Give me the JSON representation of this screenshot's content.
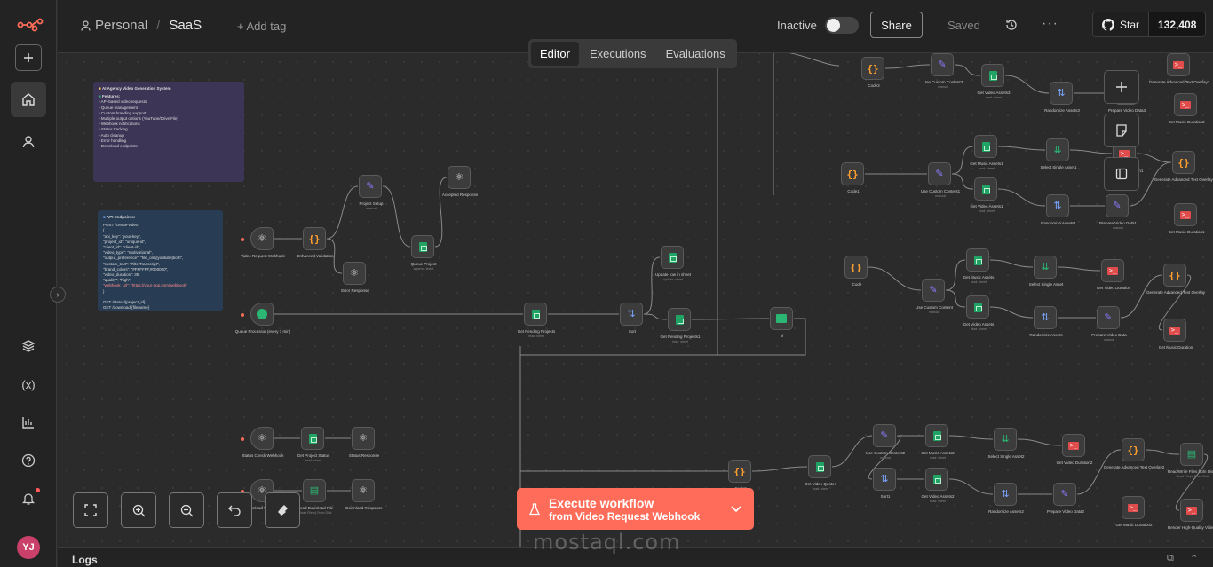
{
  "header": {
    "owner": "Personal",
    "project": "SaaS",
    "add_tag": "+ Add tag",
    "status_label": "Inactive",
    "share_label": "Share",
    "saved_label": "Saved",
    "github_star_label": "Star",
    "github_star_count": "132,408"
  },
  "tabs": [
    {
      "label": "Editor"
    },
    {
      "label": "Executions"
    },
    {
      "label": "Evaluations"
    }
  ],
  "sidebar": {
    "avatar_initials": "YJ",
    "icons": [
      "add-icon",
      "home-icon",
      "user-icon",
      "templates-icon",
      "variables-icon",
      "insights-icon",
      "help-icon",
      "bell-icon"
    ]
  },
  "notes": {
    "purple_title": "AI Agency Video Generation System",
    "purple_features_title": "Features:",
    "purple_features": [
      "API-based video requests",
      "Queue management",
      "Custom branding support",
      "Multiple output options (YouTube/Drive/File)",
      "Webhook notifications",
      "Status tracking",
      "Auto cleanup",
      "Error handling",
      "Download endpoints"
    ],
    "blue_title": "API Endpoints:",
    "blue_lines": [
      "POST /create-video",
      "{",
      "\"api_key\": \"your-key\",",
      "\"project_id\": \"unique-id\",",
      "\"client_id\": \"client-id\",",
      "\"video_type\": \"motivational\",",
      "\"output_preference\": \"file_only|youtube|both\",",
      "\"custom_text\": \"Title|Transcript\",",
      "\"brand_colors\": \"#FFFFFF,#000000\",",
      "\"video_duration\": 35,",
      "\"quality\": \"high\",",
      "\"webhook_url\": \"https://your-app.com/webhook\"",
      "}",
      "",
      "GET /status/{project_id}",
      "GET /download/{filename}"
    ]
  },
  "nodes": [
    {
      "id": "video-request-webhook",
      "label": "Video Request Webhook",
      "sub": ""
    },
    {
      "id": "enhanced-validation",
      "label": "Enhanced Validation",
      "sub": ""
    },
    {
      "id": "project-setup",
      "label": "Project Setup",
      "sub": "manual"
    },
    {
      "id": "queue-project",
      "label": "Queue Project",
      "sub": "append: sheet"
    },
    {
      "id": "accepted-response",
      "label": "Accepted Response",
      "sub": ""
    },
    {
      "id": "error-response",
      "label": "Error Response",
      "sub": ""
    },
    {
      "id": "queue-processor",
      "label": "Queue Processor (every 1 min)",
      "sub": ""
    },
    {
      "id": "get-pending-projects",
      "label": "Get Pending Projects",
      "sub": "read: sheet"
    },
    {
      "id": "sort",
      "label": "Sort",
      "sub": ""
    },
    {
      "id": "update-row",
      "label": "Update row in sheet",
      "sub": "update: sheet"
    },
    {
      "id": "get-pending-projects1",
      "label": "Get Pending Projects1",
      "sub": "read: sheet"
    },
    {
      "id": "if",
      "label": "If",
      "sub": ""
    },
    {
      "id": "status-check-webhook",
      "label": "Status Check Webhook",
      "sub": ""
    },
    {
      "id": "get-project-status",
      "label": "Get Project Status",
      "sub": "read: sheet"
    },
    {
      "id": "status-response",
      "label": "Status Response",
      "sub": ""
    },
    {
      "id": "download-webhook",
      "label": "Download Webhook",
      "sub": ""
    },
    {
      "id": "read-download-file",
      "label": "Read Download File",
      "sub": "Read File(s) From Disk"
    },
    {
      "id": "download-response",
      "label": "Download Response",
      "sub": ""
    },
    {
      "id": "code3",
      "label": "Code3",
      "sub": ""
    },
    {
      "id": "use-custom-content3",
      "label": "Use Custom Content3",
      "sub": "manual"
    },
    {
      "id": "get-video-assets3",
      "label": "Get Video Assets3",
      "sub": "read: sheet"
    },
    {
      "id": "randomize-assets3",
      "label": "Randomize Assets3",
      "sub": ""
    },
    {
      "id": "prepare-video-data3",
      "label": "Prepare Video Data3",
      "sub": ""
    },
    {
      "id": "generate-advanced-text3",
      "label": "Generate Advanced Text Overlay3",
      "sub": ""
    },
    {
      "id": "get-music-duration3",
      "label": "Get Music Duration3",
      "sub": ""
    },
    {
      "id": "code1",
      "label": "Code1",
      "sub": ""
    },
    {
      "id": "use-custom-content1",
      "label": "Use Custom Content1",
      "sub": "manual"
    },
    {
      "id": "get-music-assets1",
      "label": "Get Music Assets1",
      "sub": "read: sheet"
    },
    {
      "id": "get-video-assets1",
      "label": "Get Video Assets1",
      "sub": "read: sheet"
    },
    {
      "id": "select-single-asset1",
      "label": "Select Single Asset1",
      "sub": ""
    },
    {
      "id": "randomize-assets1",
      "label": "Randomize Assets1",
      "sub": ""
    },
    {
      "id": "get-video-duration1",
      "label": "Get Video Duration1",
      "sub": ""
    },
    {
      "id": "prepare-video-data1",
      "label": "Prepare Video Data1",
      "sub": "manual"
    },
    {
      "id": "generate-advanced-text1",
      "label": "Generate Advanced Text Overlay1",
      "sub": ""
    },
    {
      "id": "get-music-duration1",
      "label": "Get Music Duration1",
      "sub": ""
    },
    {
      "id": "code",
      "label": "Code",
      "sub": ""
    },
    {
      "id": "use-custom-content",
      "label": "Use Custom Content",
      "sub": "manual"
    },
    {
      "id": "get-music-assets",
      "label": "Get Music Assets",
      "sub": "read: sheet"
    },
    {
      "id": "get-video-assets",
      "label": "Get Video Assets",
      "sub": "read: sheet"
    },
    {
      "id": "select-single-asset",
      "label": "Select Single Asset",
      "sub": ""
    },
    {
      "id": "randomize-assets",
      "label": "Randomize Assets",
      "sub": ""
    },
    {
      "id": "get-video-duration",
      "label": "Get Video Duration",
      "sub": ""
    },
    {
      "id": "prepare-video-data",
      "label": "Prepare Video Data",
      "sub": "manual"
    },
    {
      "id": "generate-advanced-text",
      "label": "Generate Advanced Text Overlay",
      "sub": ""
    },
    {
      "id": "get-music-duration",
      "label": "Get Music Duration",
      "sub": ""
    },
    {
      "id": "code2",
      "label": "Code2",
      "sub": ""
    },
    {
      "id": "get-video-quotes",
      "label": "Get Video Quotes",
      "sub": "read: sheet"
    },
    {
      "id": "use-custom-content2",
      "label": "Use Custom Content2",
      "sub": "manual"
    },
    {
      "id": "get-music-assets2",
      "label": "Get Music Assets2",
      "sub": "read: sheet"
    },
    {
      "id": "sort1",
      "label": "Sort1",
      "sub": ""
    },
    {
      "id": "get-video-assets2",
      "label": "Get Video Assets2",
      "sub": "read: sheet"
    },
    {
      "id": "select-single-asset2",
      "label": "Select Single Asset2",
      "sub": ""
    },
    {
      "id": "randomize-assets2",
      "label": "Randomize Assets2",
      "sub": ""
    },
    {
      "id": "get-video-duration2",
      "label": "Get Video Duration2",
      "sub": ""
    },
    {
      "id": "prepare-video-data2",
      "label": "Prepare Video Data2",
      "sub": ""
    },
    {
      "id": "generate-advanced-text2",
      "label": "Generate Advanced Text Overlay2",
      "sub": ""
    },
    {
      "id": "get-music-duration2",
      "label": "Get Music Duration2",
      "sub": ""
    },
    {
      "id": "read-write-files",
      "label": "Read/Write Files from Disk3",
      "sub": "Read File(s) From Disk"
    },
    {
      "id": "render-high-quality",
      "label": "Render High-Quality Video2",
      "sub": ""
    }
  ],
  "execute": {
    "title": "Execute workflow",
    "subtitle": "from Video Request Webhook"
  },
  "watermark": "mostaql.com",
  "logs": {
    "label": "Logs"
  },
  "colors": {
    "accent": "#ff6d5a",
    "canvas_bg": "#2b2b2b",
    "panel_bg": "#232323",
    "note_purple": "#3c3556",
    "note_blue": "#283d54"
  }
}
